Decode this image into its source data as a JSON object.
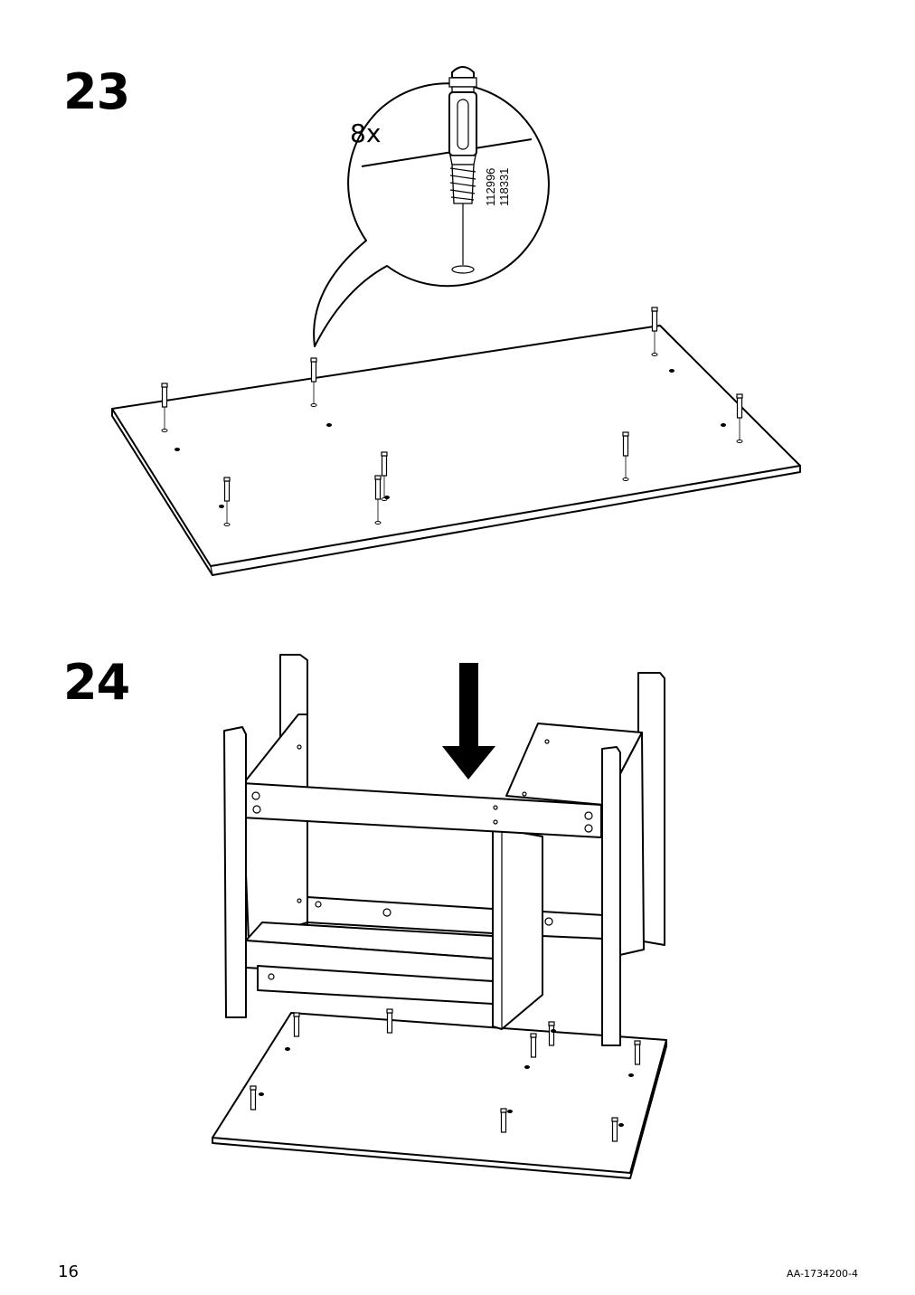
{
  "steps": [
    {
      "number": "23",
      "quantity": "8x",
      "part_numbers": [
        "112996",
        "118331"
      ]
    },
    {
      "number": "24"
    }
  ],
  "footer": {
    "page_number": "16",
    "doc_id": "AA-1734200-4"
  },
  "icons": [
    "cam-dowel-icon",
    "down-arrow-icon"
  ]
}
